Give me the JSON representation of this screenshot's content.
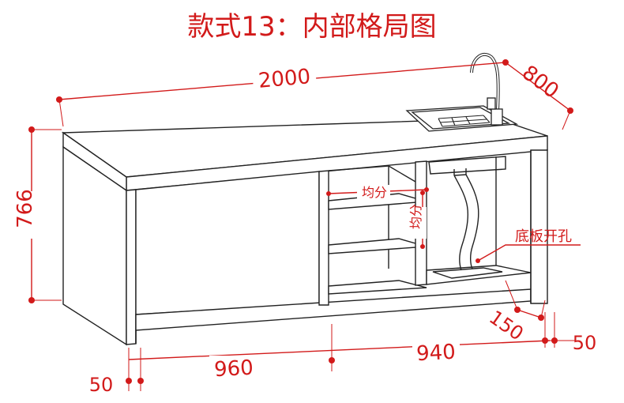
{
  "title": "款式13：内部格局图",
  "dimensions": {
    "length": "2000",
    "depth": "800",
    "height": "766",
    "left_side": "50",
    "left_span": "960",
    "right_span": "940",
    "right_side": "50",
    "hole": "150"
  },
  "labels": {
    "equal_h": "均分",
    "equal_v": "均分",
    "bottom_hole": "底板开孔"
  },
  "colors": {
    "dimension": "#d21a1a",
    "outline": "#222222"
  }
}
